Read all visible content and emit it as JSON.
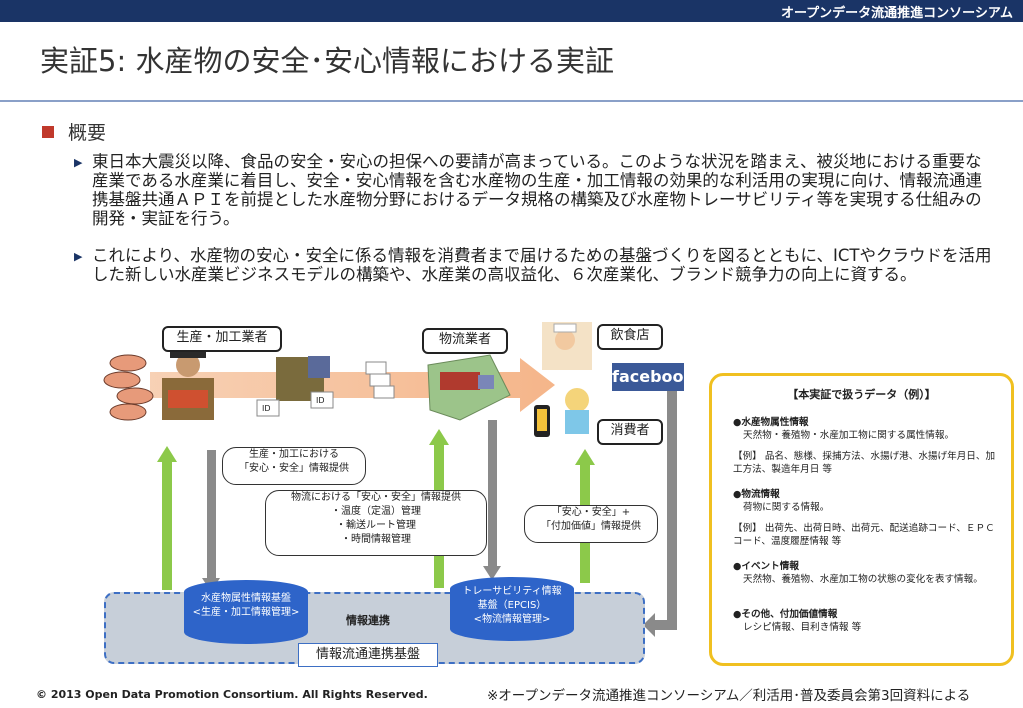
{
  "header": {
    "org": "オープンデータ流通推進コンソーシアム"
  },
  "title": "実証5: 水産物の安全･安心情報における実証",
  "section": "概要",
  "paragraphs": [
    "東日本大震災以降、食品の安全・安心の担保への要請が高まっている。このような状況を踏まえ、被災地における重要な産業である水産業に着目し、安全・安心情報を含む水産物の生産・加工情報の効果的な利活用の実現に向け、情報流通連携基盤共通ＡＰＩを前提とした水産物分野におけるデータ規格の構築及び水産物トレーサビリティ等を実現する仕組みの開発・実証を行う。",
    "これにより、水産物の安心・安全に係る情報を消費者まで届けるための基盤づくりを図るとともに、ICTやクラウドを活用した新しい水産業ビジネスモデルの構築や、水産業の高収益化、６次産業化、ブランド競争力の向上に資する。"
  ],
  "diagram": {
    "producer": "生産・加工業者",
    "logistics": "物流業者",
    "restaurant": "飲食店",
    "consumer": "消費者",
    "facebook": "facebook",
    "id_tag": "ID",
    "callout_producer": [
      "生産・加工における",
      "「安心・安全」情報提供"
    ],
    "callout_logistics": [
      "物流における「安心・安全」情報提供",
      "・温度（定温）管理",
      "・輸送ルート管理",
      "・時間情報管理"
    ],
    "callout_consumer": [
      "「安心・安全」+",
      "「付加価値」情報提供"
    ],
    "db1": [
      "水産物属性情報基盤",
      "<生産・加工情報管理>"
    ],
    "db2": [
      "トレーサビリティ情報",
      "基盤（EPCIS）",
      "<物流情報管理>"
    ],
    "link_label": "情報連携",
    "base_label": "情報流通連携基盤"
  },
  "panel": {
    "title": "【本実証で扱うデータ（例）】",
    "items": [
      {
        "head": "●水産物属性情報",
        "desc": "天然物・養殖物・水産加工物に関する属性情報。"
      },
      {
        "head": "",
        "desc": "【例】 品名、態様、採捕方法、水揚げ港、水揚げ年月日、加工方法、製造年月日 等"
      },
      {
        "head": "●物流情報",
        "desc": "荷物に関する情報。"
      },
      {
        "head": "",
        "desc": "【例】 出荷先、出荷日時、出荷元、配送追跡コード、ＥＰＣコード、温度履歴情報 等"
      },
      {
        "head": "●イベント情報",
        "desc": "天然物、養殖物、水産加工物の状態の変化を表す情報。"
      },
      {
        "head": "●その他、付加価値情報",
        "desc": "レシピ情報、目利き情報 等"
      }
    ]
  },
  "footer": {
    "copyright": "© 2013 Open Data Promotion Consortium. All Rights Reserved.",
    "source": "※オープンデータ流通推進コンソーシアム／利活用･普及委員会第3回資料による"
  }
}
